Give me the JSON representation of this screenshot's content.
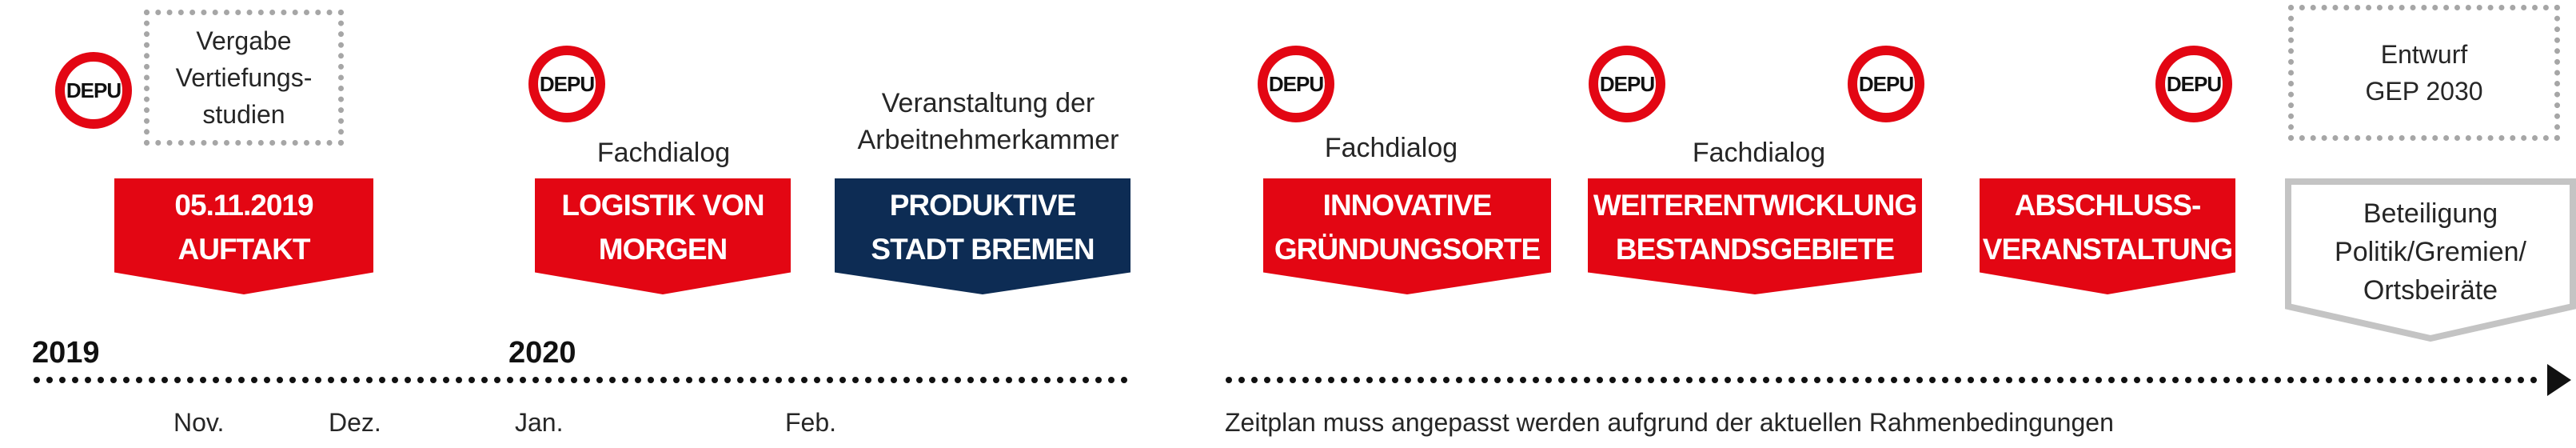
{
  "depu_label": "DEPU",
  "colors": {
    "red": "#e30613",
    "navy": "#0d2c54",
    "gray": "#a6a6a6",
    "text": "#262626"
  },
  "boxes": {
    "vergabe": "Vergabe\nVertiefungs-\nstudien",
    "entwurf": "Entwurf\nGEP 2030"
  },
  "captions": {
    "fachdialog_1": "Fachdialog",
    "veranstaltung": "Veranstaltung der\nArbeitnehmerkammer",
    "fachdialog_2": "Fachdialog",
    "fachdialog_3": "Fachdialog"
  },
  "events": [
    {
      "label": "05.11.2019\nAUFTAKT",
      "color": "red"
    },
    {
      "label": "LOGISTIK VON\nMORGEN",
      "color": "red"
    },
    {
      "label": "PRODUKTIVE\nSTADT BREMEN",
      "color": "navy"
    },
    {
      "label": "INNOVATIVE\nGRÜNDUNGSORTE",
      "color": "red"
    },
    {
      "label": "WEITERENTWICKLUNG\nBESTANDSGEBIETE",
      "color": "red"
    },
    {
      "label": "ABSCHLUSS-\nVERANSTALTUNG",
      "color": "red"
    },
    {
      "label": "Beteiligung\nPolitik/Gremien/\nOrtsbeiräte",
      "color": "gray"
    }
  ],
  "years": [
    "2019",
    "2020"
  ],
  "months": [
    "Nov.",
    "Dez.",
    "Jan.",
    "Feb."
  ],
  "note": "Zeitplan muss angepasst werden aufgrund der aktuellen Rahmenbedingungen"
}
